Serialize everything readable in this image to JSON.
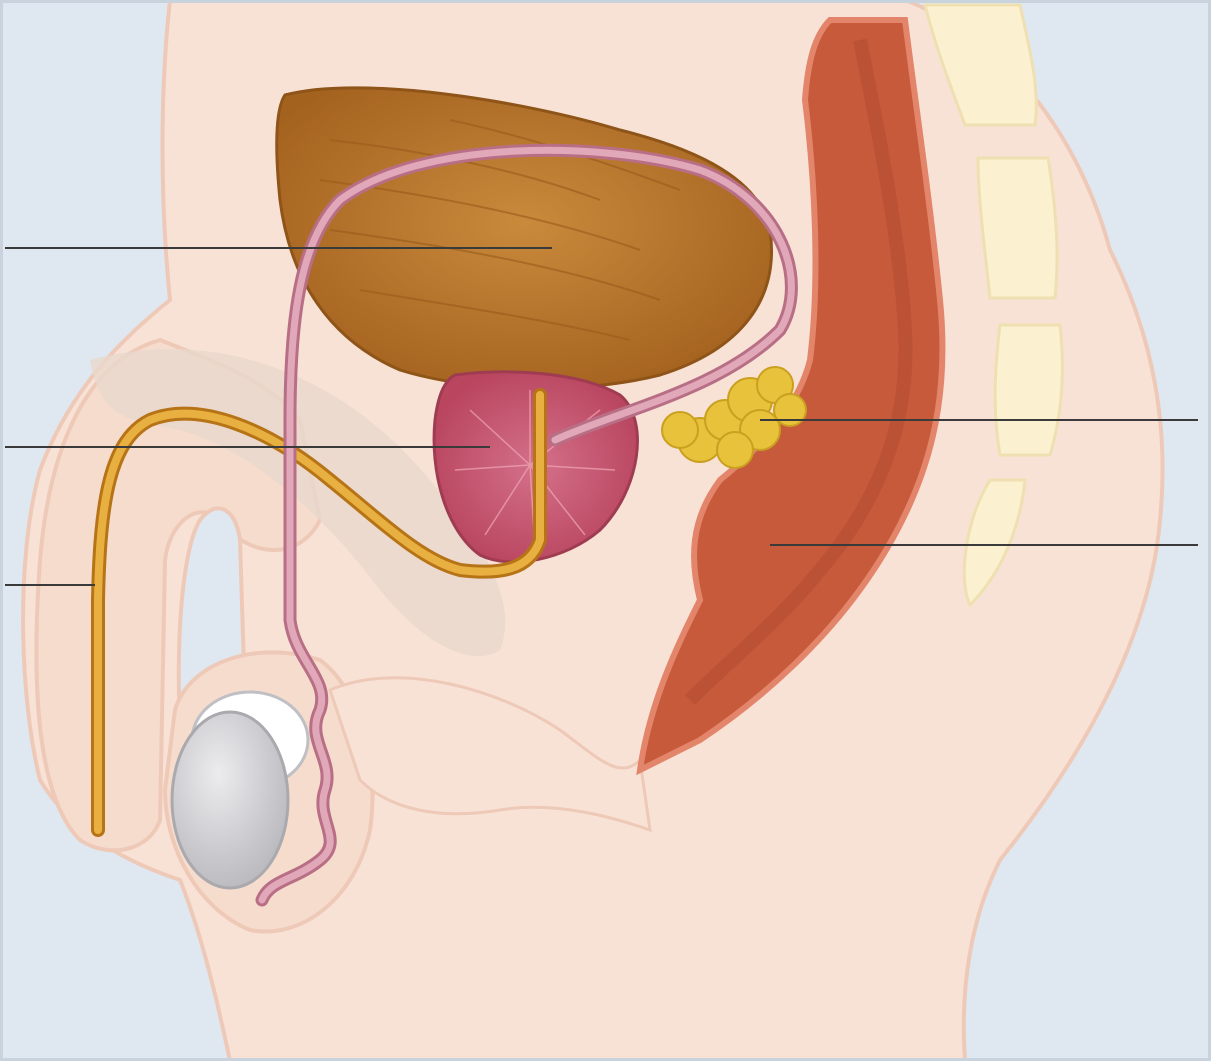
{
  "diagram": {
    "title": "",
    "colors": {
      "background": "#dfe8f1",
      "skin": "#f8e2d6",
      "skin_outline": "#eec9b8",
      "bladder": "#b8722a",
      "prostate": "#c85a6f",
      "seminal_vesicle": "#e8c23a",
      "rectum": "#c75a3a",
      "urethra": "#e2a030",
      "vas_deferens": "#cf8c9e",
      "vertebra": "#fbf0cf",
      "testis": "#cfcfd3"
    },
    "labels": [
      {
        "id": "bladder",
        "text": ""
      },
      {
        "id": "prostate",
        "text": ""
      },
      {
        "id": "urethra",
        "text": ""
      },
      {
        "id": "seminal-vesicle",
        "text": ""
      },
      {
        "id": "rectum",
        "text": ""
      }
    ]
  }
}
